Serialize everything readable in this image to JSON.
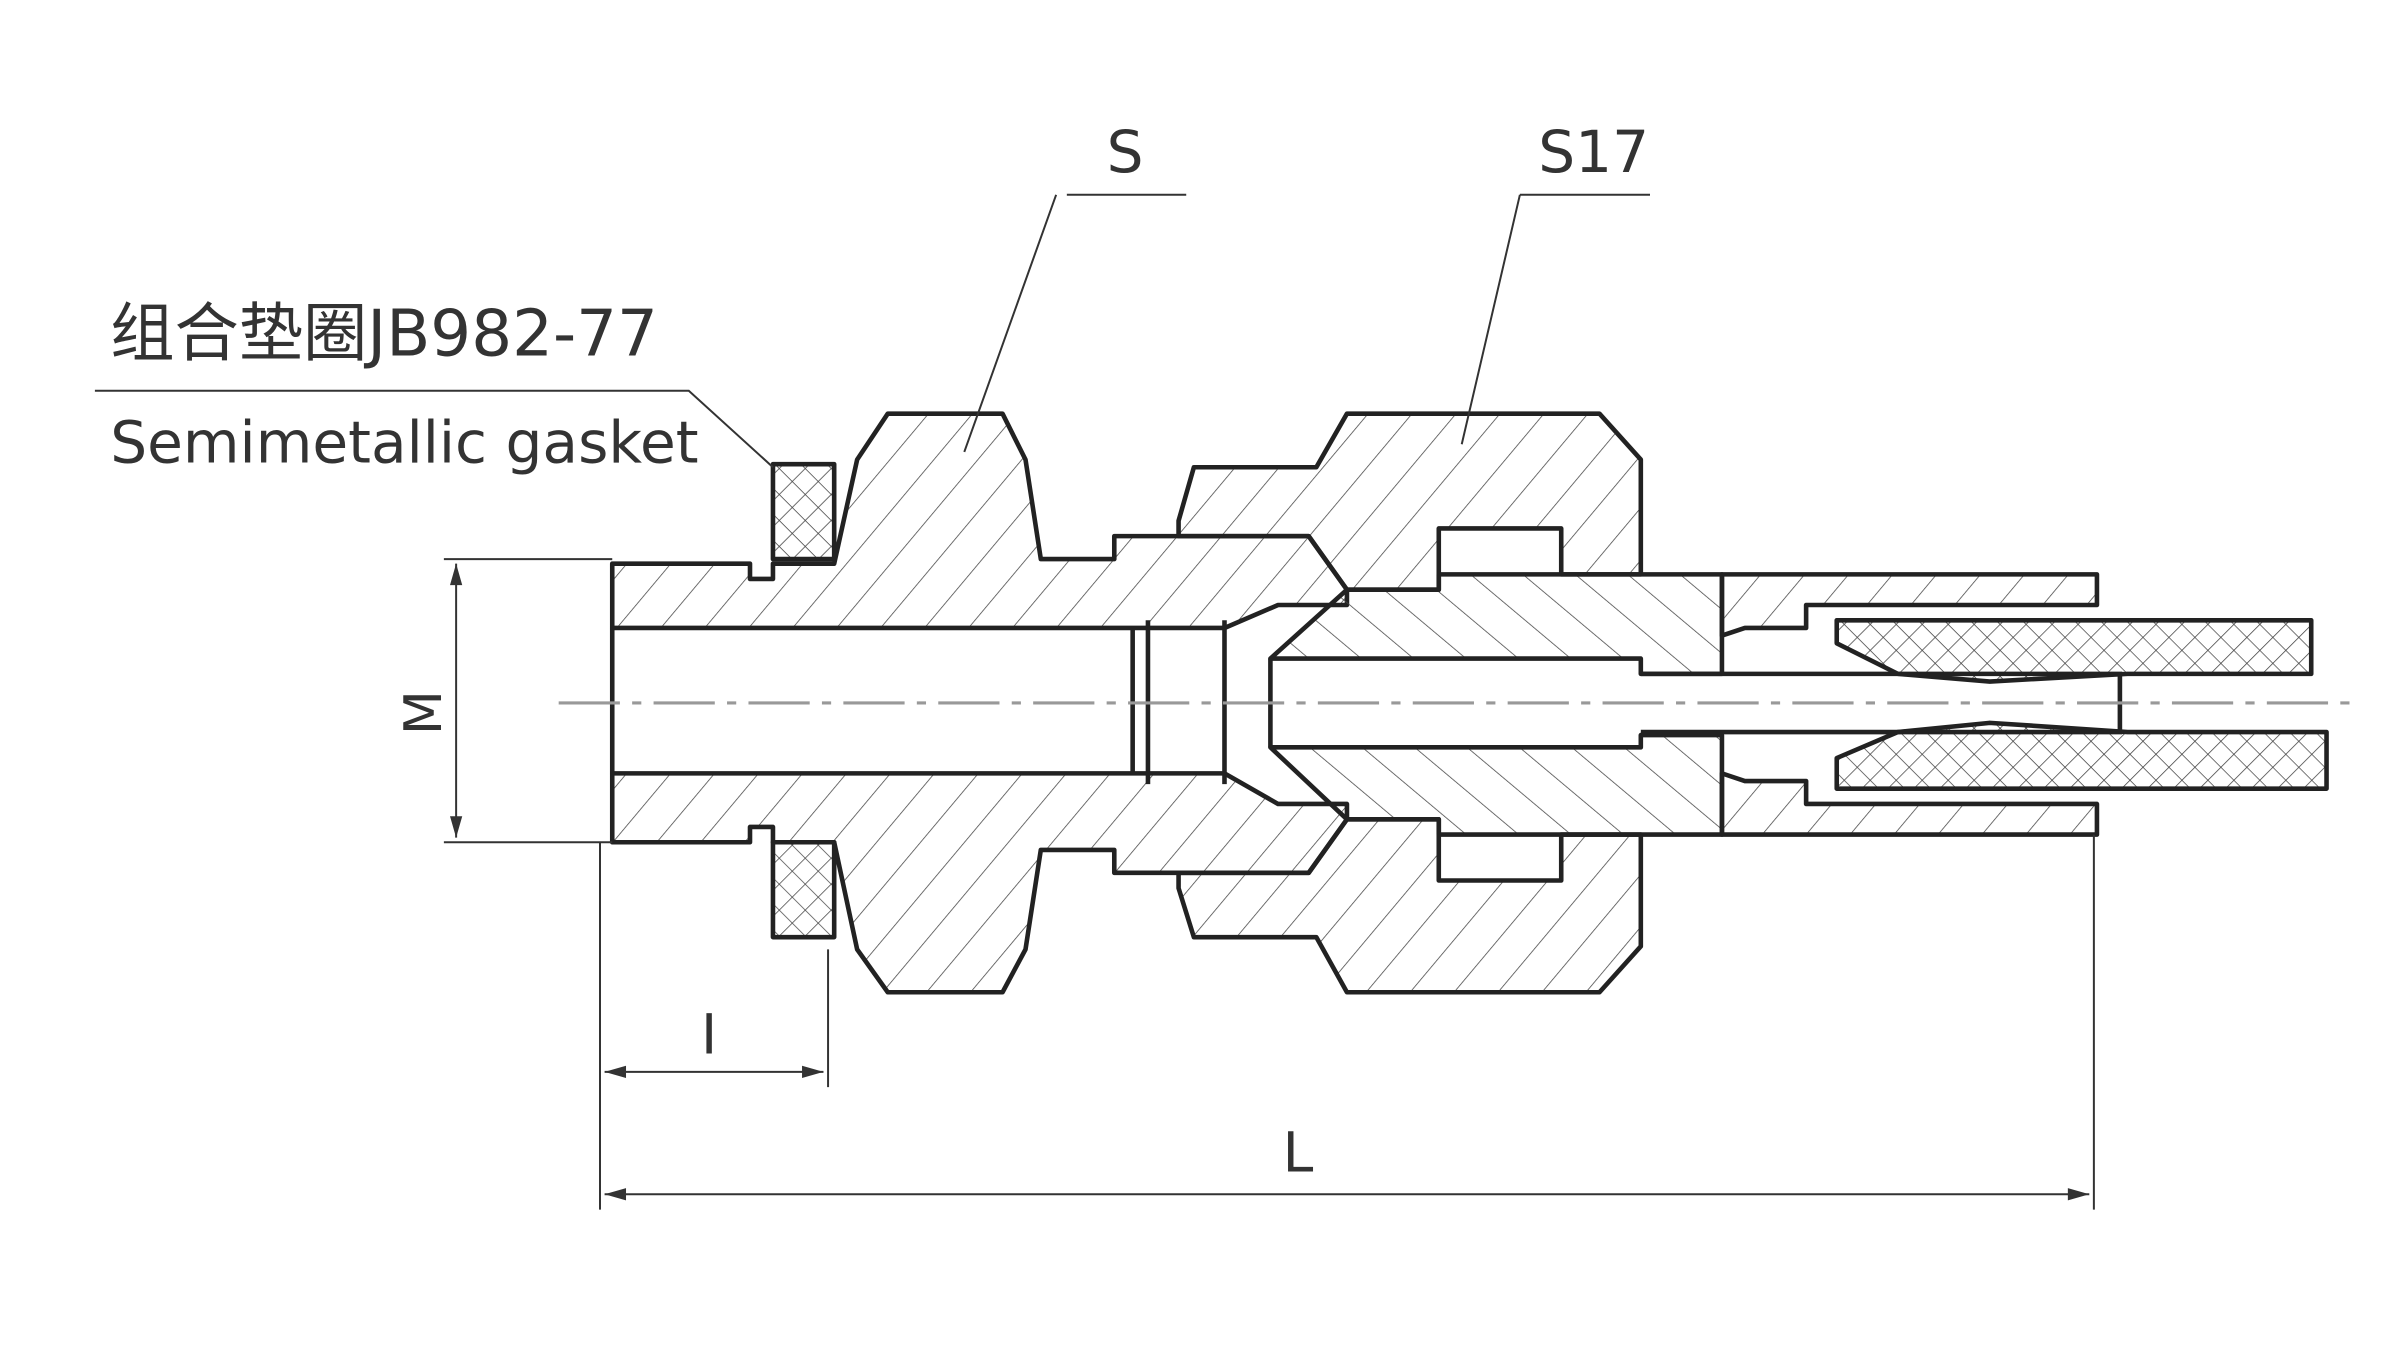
{
  "labels": {
    "gasket_cn": "组合垫圈JB982-77",
    "gasket_en": "Semimetallic gasket",
    "body_hex": "S",
    "nut_hex": "S17",
    "thread_dim": "M",
    "thread_length_dim": "I",
    "overall_length_dim": "L"
  },
  "colors": {
    "line": "#222222",
    "text": "#333333",
    "centerline": "#999999"
  }
}
